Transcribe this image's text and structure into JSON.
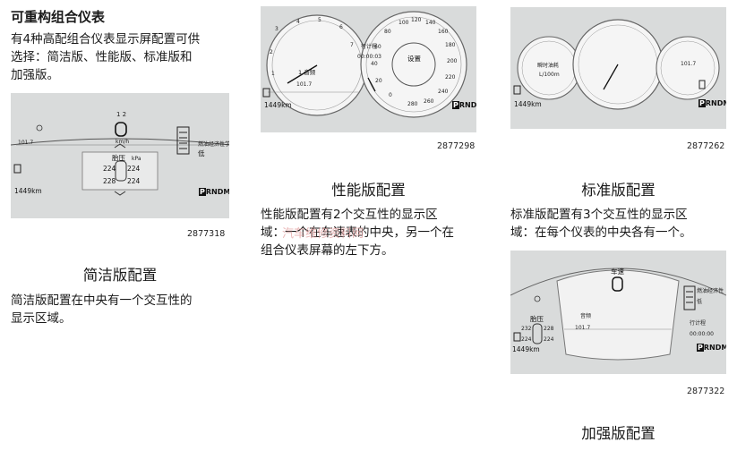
{
  "left_column": {
    "heading": "可重构组合仪表",
    "intro_lines": [
      "有4种高配组合仪表显示屏配置可供",
      "选择：简洁版、性能版、标准版和",
      "加强版。"
    ]
  },
  "figures": {
    "simple": {
      "number": "2877318",
      "odometer": "1449km",
      "trip_value": "101.7",
      "center_label": "胎压",
      "center_unit": "kPa",
      "tire_values": [
        "224",
        "224",
        "228",
        "224"
      ],
      "right_label": "燃油经济性学",
      "right_value": "低",
      "gear": {
        "p": "P",
        "rest": "RNDM"
      },
      "speed_unit": "km/h"
    },
    "performance": {
      "number": "2877298",
      "odometer": "1449km",
      "trip_label": "行计程",
      "trip_time": "00:00:03",
      "center_label": "设置",
      "media_label": "音频",
      "trip_value": "101.7",
      "gear": {
        "p": "P",
        "rest": "RNDM"
      },
      "tach_ticks": [
        "1",
        "2",
        "3",
        "4",
        "5",
        "6",
        "7"
      ],
      "speed_ticks": [
        "0",
        "20",
        "40",
        "60",
        "80",
        "100",
        "120",
        "140",
        "160",
        "180",
        "200",
        "220",
        "240",
        "260",
        "280"
      ]
    },
    "standard": {
      "number": "2877262",
      "odometer": "1449km",
      "left_label": "瞬时油耗",
      "left_value": "L/100m",
      "right_value": "101.7",
      "gear": {
        "p": "P",
        "rest": "RNDM"
      }
    },
    "enhanced": {
      "number": "2877322",
      "odometer": "1449km",
      "top_label": "车速",
      "center_label": "音频",
      "left_label": "胎压",
      "tire_values": [
        "232",
        "228",
        "224",
        "224"
      ],
      "right_label": "行计程",
      "right_value": "00:00:00",
      "right_top": "燃油经济性",
      "right_low": "低",
      "trip_value": "101.7",
      "gear": {
        "p": "P",
        "rest": "RNDM"
      }
    }
  },
  "sections": {
    "simple": {
      "title": "简洁版配置",
      "lines": [
        "简洁版配置在中央有一个交互性的",
        "显示区域。"
      ]
    },
    "performance": {
      "title": "性能版配置",
      "lines": [
        "性能版配置有2个交互性的显示区",
        "域：一个在车速表的中央，另一个在",
        "组合仪表屏幕的左下方。"
      ]
    },
    "standard": {
      "title": "标准版配置",
      "lines": [
        "标准版配置有3个交互性的显示区",
        "域：在每个仪表的中央各有一个。"
      ]
    },
    "enhanced": {
      "title": "加强版配置"
    }
  },
  "watermark": "汽车维修资料网"
}
